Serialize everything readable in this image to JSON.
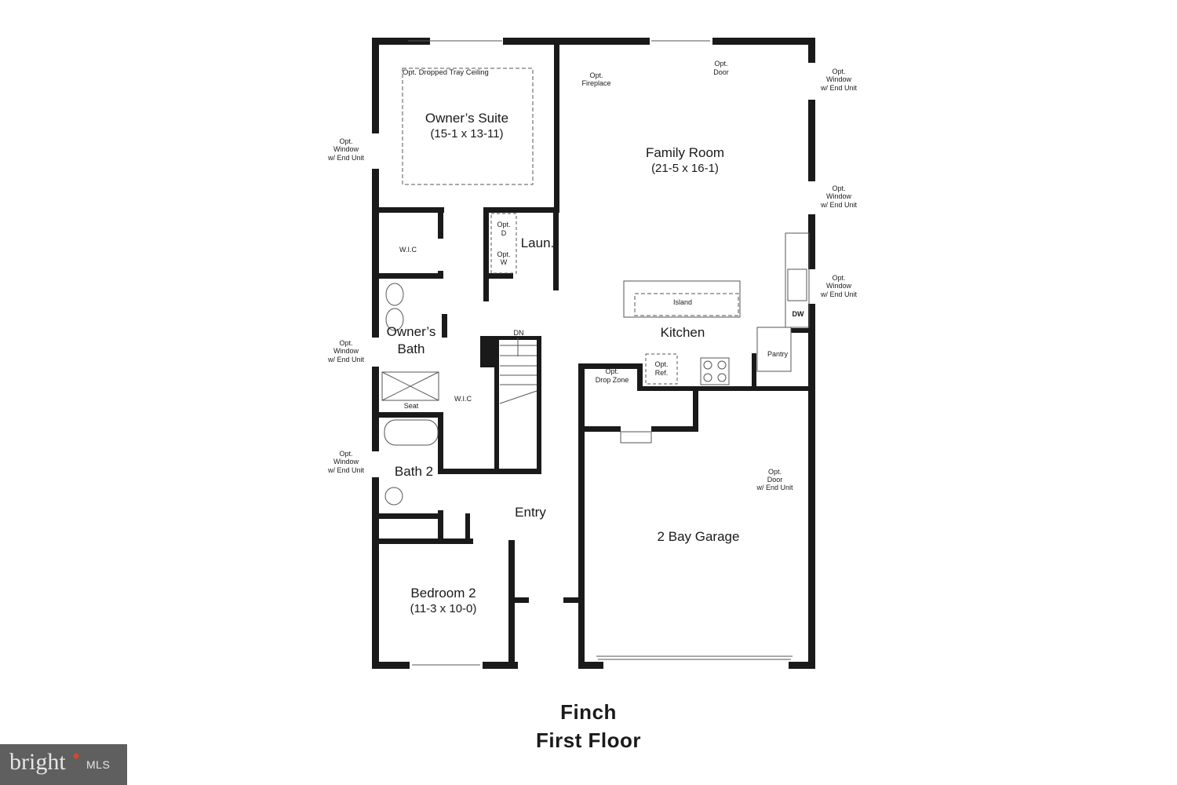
{
  "plan": {
    "name": "Finch",
    "floor": "First Floor"
  },
  "rooms": {
    "owners_suite": {
      "name": "Owner’s Suite",
      "dims": "(15-1 x 13-11)",
      "note": "Opt. Dropped Tray Ceiling"
    },
    "family_room": {
      "name": "Family Room",
      "dims": "(21-5 x 16-1)"
    },
    "kitchen": {
      "name": "Kitchen"
    },
    "island": {
      "name": "Island"
    },
    "laundry": {
      "name": "Laun."
    },
    "owners_bath": {
      "line1": "Owner’s",
      "line2": "Bath"
    },
    "wic_1": {
      "name": "W.I.C"
    },
    "wic_2": {
      "name": "W.I.C"
    },
    "seat": {
      "name": "Seat"
    },
    "bath_2": {
      "name": "Bath 2"
    },
    "entry": {
      "name": "Entry"
    },
    "bedroom_2": {
      "name": "Bedroom 2",
      "dims": "(11-3 x 10-0)"
    },
    "garage": {
      "name": "2 Bay Garage"
    },
    "pantry": {
      "name": "Pantry"
    },
    "drop_zone": {
      "line1": "Opt.",
      "line2": "Drop Zone"
    },
    "opt_ref": {
      "line1": "Opt.",
      "line2": "Ref."
    },
    "dw": {
      "name": "DW"
    },
    "stairs": {
      "name": "DN"
    }
  },
  "options": {
    "dryer": {
      "line1": "Opt.",
      "line2": "D"
    },
    "washer": {
      "line1": "Opt.",
      "line2": "W"
    },
    "fireplace": {
      "line1": "Opt.",
      "line2": "Fireplace"
    },
    "door_top": {
      "line1": "Opt.",
      "line2": "Door"
    },
    "garage_door": {
      "line1": "Opt.",
      "line2": "Door",
      "line3": "w/ End Unit"
    },
    "windows": [
      {
        "line1": "Opt.",
        "line2": "Window",
        "line3": "w/ End Unit"
      },
      {
        "line1": "Opt.",
        "line2": "Window",
        "line3": "w/ End Unit"
      },
      {
        "line1": "Opt.",
        "line2": "Window",
        "line3": "w/ End Unit"
      },
      {
        "line1": "Opt.",
        "line2": "Window",
        "line3": "w/ End Unit"
      },
      {
        "line1": "Opt.",
        "line2": "Window",
        "line3": "w/ End Unit"
      },
      {
        "line1": "Opt.",
        "line2": "Window",
        "line3": "w/ End Unit"
      }
    ]
  },
  "watermark": {
    "brand": "bright",
    "suffix": "MLS"
  },
  "colors": {
    "wall": "#1a1a1a",
    "line": "#555555",
    "logo_bg": "#5f5f5f",
    "logo_accent": "#d8462a"
  }
}
